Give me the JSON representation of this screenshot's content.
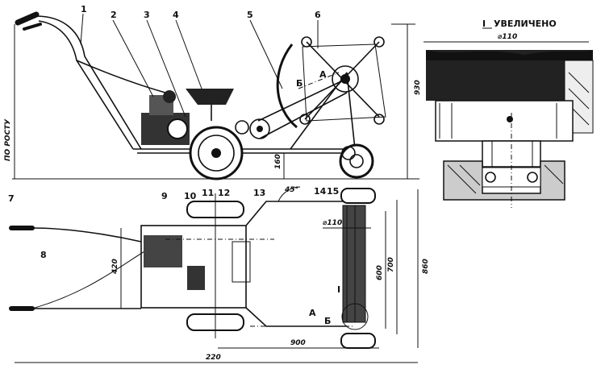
{
  "callouts": [
    "1",
    "2",
    "3",
    "4",
    "5",
    "6",
    "7",
    "8",
    "9",
    "10",
    "11",
    "12",
    "13",
    "14",
    "15"
  ],
  "dimensions": {
    "height_by_user": "ПО РОСТУ",
    "height_930": "930",
    "height_160": "160",
    "width_420": "420",
    "diameter_110": "⌀110",
    "width_600": "600",
    "width_700": "700",
    "width_860": "860",
    "length_900": "900",
    "length_220": "220",
    "angle_45": "45°"
  },
  "section_marks": {
    "a": "А",
    "b": "Б"
  },
  "detail": {
    "marker": "I",
    "title": "УВЕЛИЧЕНО",
    "diameter": "⌀110"
  }
}
